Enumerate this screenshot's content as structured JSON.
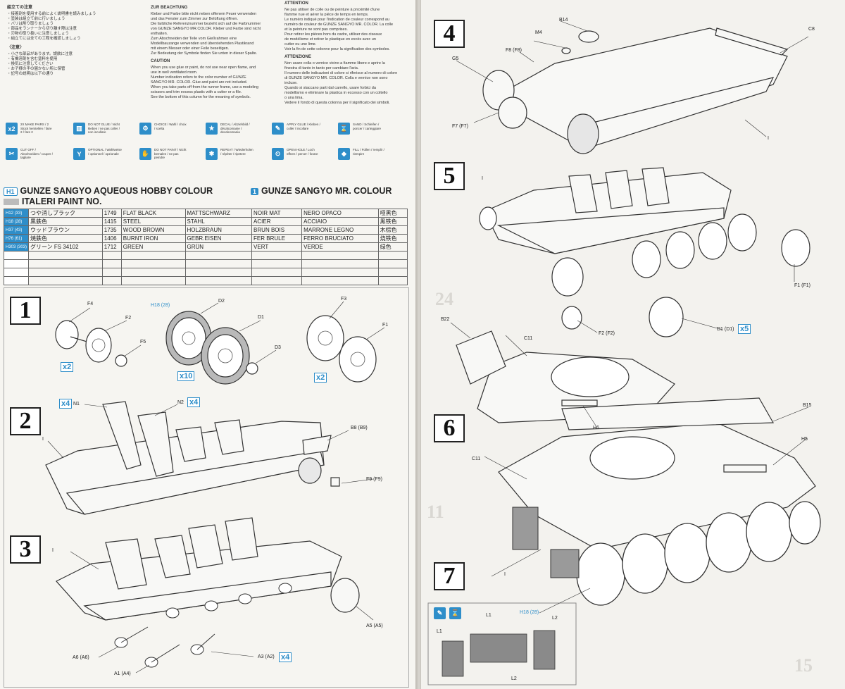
{
  "left_page": {
    "col1_title": "組立ての注意",
    "col1_lines": [
      "・接着剤を使用する前によく説明書を読みましょう",
      "・塗装は組立て前に行いましょう",
      "・バリは削り取りましょう",
      "・部品をランナーから切り離す際は注意",
      "・刃物の取り扱いに注意しましょう",
      "・組立てには全ての工程を確認しましょう"
    ],
    "col1_note_title": "〈注意〉",
    "col1_note_lines": [
      "・小さな部品があります。誤飲に注意",
      "・有機溶剤を含む塗料を使用",
      "・換気に注意してください",
      "・お子様の手の届かない所に保管",
      "・記号の説明は以下の通り"
    ],
    "col2_title": "ZUR BEACHTUNG",
    "col2_lines": [
      "Kleber und Farbe bitte nicht neben offenem Feuer verwenden",
      "und das Fenster zum Zimmer zur Belüftung öffnen.",
      "Die farbliche Referenznummer bezieht sich auf die Farbnummer",
      "von GUNZE SANGYO MR.COLOR. Kleber und Farbe sind nicht",
      "enthalten.",
      "Zum Abschneiden der Teile vom Gießrahmen eine",
      "Modellbauzange verwenden und überstehenden Plastikrand",
      "mit einem Messer oder einer Feile beseitigen.",
      "Zur Bedeutung der Symbole finden Sie unten in dieser Spalte."
    ],
    "col2b_title": "CAUTION",
    "col2b_lines": [
      "When you use glue or paint, do not use near open flame, and",
      "use in well ventilated room.",
      "Number indication refers to the color number of GUNZE",
      "SANGYO MR. COLOR. Glue and paint are not included.",
      "When you take parts off from the runner frame, use a modeling",
      "scissors and trim excess plastic with a cutter or a file.",
      "See the bottom of this column for the meaning of symbols."
    ],
    "col3_title": "ATTENTION",
    "col3_lines": [
      "Ne pas utiliser de colle ou de peinture à proximité d'une",
      "flamme nue et aérer la pièce de temps en temps.",
      "Le numéro indiqué pour l'indication de couleur correspond au",
      "numéro de couleur de GUNZE SANGYO MR. COLOR. La colle",
      "et la peinture ne sont pas comprises.",
      "Pour retirer les pièces hors du cadre, utiliser des ciseaux",
      "de modélisme et retirer le plastique en excès avec un",
      "cutter ou une lime.",
      "Voir la fin de cette colonne pour la signification des symboles."
    ],
    "col3b_title": "ATTENZIONE",
    "col3b_lines": [
      "Non usare colla o vernice vicino a fiamme libere e aprire la",
      "finestra di tanto in tanto per cambiare l'aria.",
      "Il numero delle indicazioni di colore si riferisce al numero di colore",
      "di GUNZE SANGYO MR. COLOR. Colla e vernice non sono",
      "incluse.",
      "Quando si staccano parti dal carrello, usare forbici da",
      "modellismo e eliminare la plastica in eccesso con un coltello",
      "o una lima.",
      "Vedere il fondo di questa colonna per il significato dei simboli."
    ],
    "symbols": [
      {
        "icon": "x2",
        "text": "2X MAKE PAIRS / 2 Stück herstellen / faire 2 / fare 2"
      },
      {
        "icon": "▥",
        "text": "DO NOT GLUE / Nicht kleben / ne pas coller / non incollare"
      },
      {
        "icon": "⚙",
        "text": "CHOICE / Wahl / choix / scelta"
      },
      {
        "icon": "★",
        "text": "DECAL / Abziehbild / décalcomanie / decalcomania"
      },
      {
        "icon": "✎",
        "text": "APPLY GLUE / Kleben / coller / incollare"
      },
      {
        "icon": "⌛",
        "text": "SAND / Schleifen / poncer / carteggiare"
      },
      {
        "icon": "✂",
        "text": "CUT OFF / Abschneiden / couper / tagliare"
      },
      {
        "icon": "Y",
        "text": "OPTIONAL / Wahlweise / optionnel / opzionale"
      },
      {
        "icon": "✋",
        "text": "DO NOT PAINT / Nicht bemalen / ne pas peindre"
      },
      {
        "icon": "✱",
        "text": "REPEAT / Wiederholen / répéter / ripetere"
      },
      {
        "icon": "⊙",
        "text": "OPEN HOLE / Loch öffnen / percer / forare"
      },
      {
        "icon": "◆",
        "text": "FILL / Füllen / remplir / riempire"
      }
    ],
    "legend_left_badge": "H",
    "legend_left_badge_num": "1",
    "legend_left": "GUNZE SANGYO AQUEOUS HOBBY COLOUR",
    "legend_right_badge": "1",
    "legend_right": "GUNZE SANGYO MR. COLOUR",
    "legend_sub": "ITALERI PAINT NO.",
    "paint_rows": [
      {
        "code": "H12 (33)",
        "ja": "つや消しブラック",
        "num": "1749",
        "en": "FLAT BLACK",
        "de": "MATTSCHWARZ",
        "fr": "NOIR MAT",
        "it": "NERO OPACO",
        "cn": "哑黑色"
      },
      {
        "code": "H18 (28)",
        "ja": "黒鉄色",
        "num": "1415",
        "en": "STEEL",
        "de": "STAHL",
        "fr": "ACIER",
        "it": "ACCIAIO",
        "cn": "黑铁色"
      },
      {
        "code": "H37 (43)",
        "ja": "ウッドブラウン",
        "num": "1735",
        "en": "WOOD BROWN",
        "de": "HOLZBRAUN",
        "fr": "BRUN BOIS",
        "it": "MARRONE LEGNO",
        "cn": "木棕色"
      },
      {
        "code": "H76 (61)",
        "ja": "焼鉄色",
        "num": "1406",
        "en": "BURNT IRON",
        "de": "GEBR.EISEN",
        "fr": "FER BRULE",
        "it": "FERRO BRUCIATO",
        "cn": "烧铁色"
      },
      {
        "code": "H303 (303)",
        "ja": "グリーン FS 34102",
        "num": "1712",
        "en": "GREEN",
        "de": "GRÜN",
        "fr": "VERT",
        "it": "VERDE",
        "cn": "绿色"
      }
    ]
  },
  "steps": [
    {
      "n": "1"
    },
    {
      "n": "2"
    },
    {
      "n": "3"
    },
    {
      "n": "4"
    },
    {
      "n": "5"
    },
    {
      "n": "6"
    },
    {
      "n": "7"
    }
  ],
  "step1_labels": {
    "f4": "F4",
    "f2": "F2",
    "f5": "F5",
    "d2": "D2",
    "d1": "D1",
    "d3": "D3",
    "f3": "F3",
    "f1": "F1",
    "x2a": "x2",
    "x10": "x10",
    "x2b": "x2",
    "paint": "H18 (28)"
  },
  "step2_labels": {
    "x4a": "x4",
    "n1": "N1",
    "n2": "N2",
    "x4b": "x4",
    "b8": "B8 (B9)",
    "i": "I",
    "f9": "F9 (F9)"
  },
  "step3_labels": {
    "i": "I",
    "a5": "A5 (A5)",
    "a6": "A6 (A6)",
    "a1": "A1 (A4)",
    "a3": "A3 (A2)",
    "x4": "x4"
  },
  "step4_labels": {
    "b14": "B14",
    "m4": "M4",
    "c8": "C8",
    "g5": "G5",
    "f8": "F8 (F8)",
    "f7": "F7 (F7)",
    "i": "I"
  },
  "step5_labels": {
    "i": "I",
    "f1": "F1 (F1)",
    "b22": "B22",
    "f2": "F2 (F2)",
    "d1": "D1 (D1)",
    "x5": "x5",
    "c11": "C11",
    "h6": "H6"
  },
  "step6_labels": {
    "b15": "B15",
    "h5": "H5",
    "c11": "C11",
    "i": "I"
  },
  "step7_labels": {
    "l1a": "L1",
    "l2a": "L2",
    "l1b": "L1",
    "l2b": "L2",
    "paint": "H18 (28)"
  },
  "bg_page_numbers": {
    "a": "24",
    "b": "15",
    "c": "11"
  }
}
